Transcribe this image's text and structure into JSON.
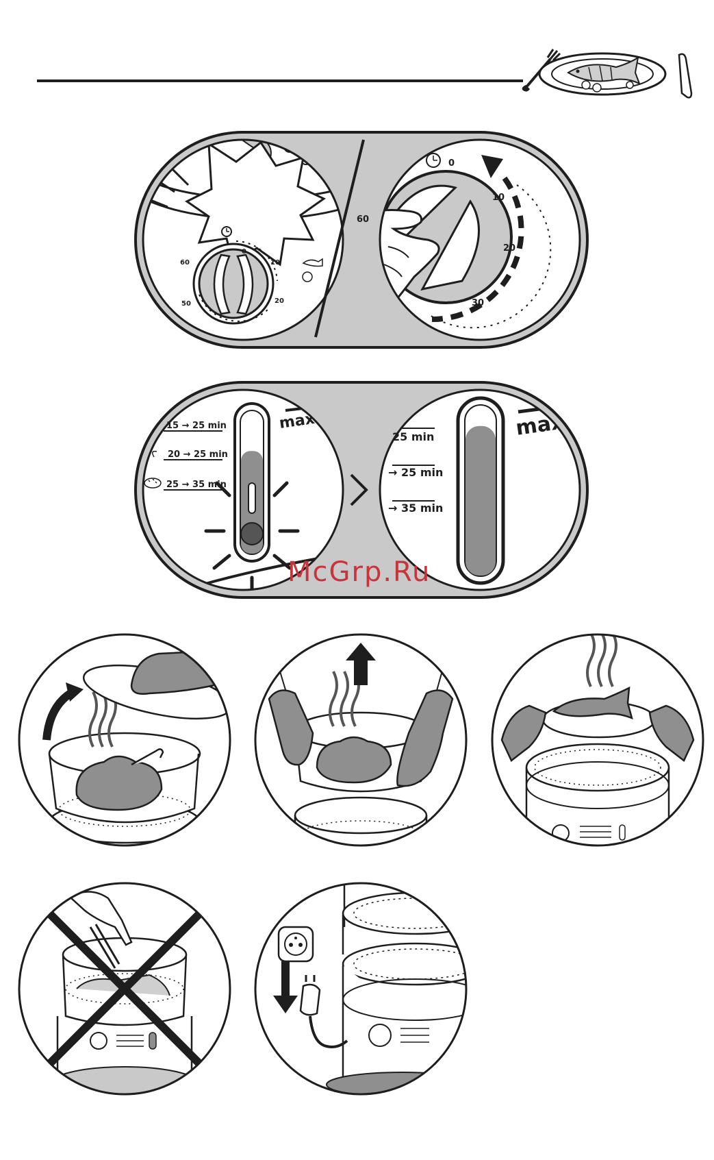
{
  "colors": {
    "ink": "#1e1e1e",
    "panel_gray": "#c9c9c9",
    "mid_gray": "#8f8f8f",
    "dark_gray": "#555555",
    "paper": "#ffffff",
    "watermark_red": "#c8343a"
  },
  "icons": [
    "plate-fish-icon",
    "clock-icon",
    "arrow-icon",
    "socket-icon",
    "plug-icon",
    "steam-icon"
  ],
  "timer_panel": {
    "dial_small": {
      "tick_0": "0",
      "tick_10": "10",
      "tick_20": "20",
      "tick_50": "50",
      "tick_60": "60"
    },
    "dial_large": {
      "tick_0": "0",
      "tick_10": "10",
      "tick_20": "20",
      "tick_30": "30",
      "tick_60": "60"
    }
  },
  "water_panel": {
    "left_rows": [
      {
        "time": "15 → 25 min"
      },
      {
        "time": "20 → 25 min"
      },
      {
        "time": "25 → 35 min"
      }
    ],
    "right_rows": [
      {
        "time": "25 min"
      },
      {
        "time": "→ 25 min"
      },
      {
        "time": "→ 35 min"
      }
    ],
    "max_label_left": "max.",
    "max_label_right": "max.",
    "water_level_low": 0.72,
    "water_level_full": 0.88
  },
  "watermark": {
    "text": "McGrp.Ru"
  }
}
